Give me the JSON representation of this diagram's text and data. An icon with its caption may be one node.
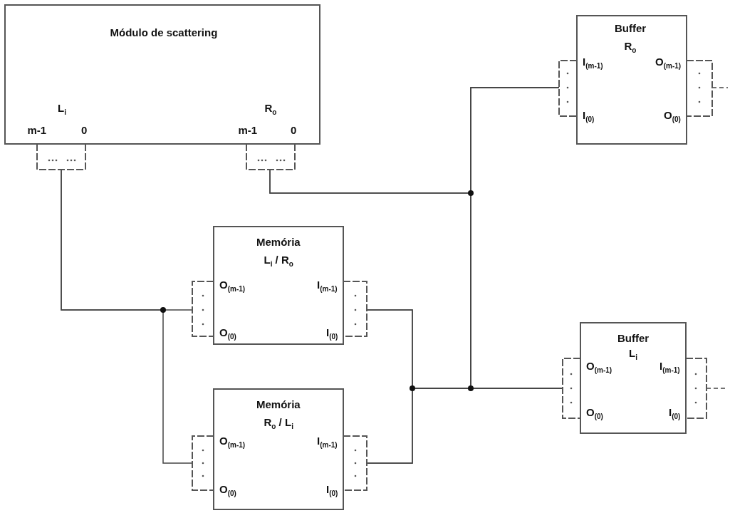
{
  "diagram": {
    "nodes": [
      {
        "text": [
          "Módulo de scattering",
          "L$_{i}$",
          "R$_{o}$",
          "m-1",
          "0",
          "m-1",
          "0"
        ]
      },
      {
        "text": [
          "Buffer",
          "R$_{o}$",
          "I$_{(m-1)}$",
          "O$_{(m-1)}$",
          "I$_{(0)}$",
          "O$_{(0)}$"
        ]
      },
      {
        "text": [
          "Memória",
          "L$_{i}$ / R$_{o}$",
          "O$_{(m-1)}$",
          "I$_{(m-1)}$",
          "O$_{(0)}$",
          "I$_{(0)}$"
        ]
      },
      {
        "text": [
          "Memória",
          "R$_{o}$ / L$_{i}$",
          "O$_{(m-1)}$",
          "I$_{(m-1)}$",
          "O$_{(0)}$",
          "I$_{(0)}$"
        ]
      },
      {
        "text": [
          "Buffer",
          "L$_{i}$",
          "O$_{(m-1)}$",
          "I$_{(m-1)}$",
          "O$_{(0)}$",
          "I$_{(0)}$"
        ]
      }
    ],
    "edges": [
      {
        "from": 0,
        "to": 2,
        "arrow": "none"
      },
      {
        "from": 0,
        "to": 3,
        "arrow": "none"
      },
      {
        "from": 0,
        "to": 1,
        "arrow": "none"
      },
      {
        "from": 0,
        "to": 4,
        "arrow": "none"
      },
      {
        "from": 2,
        "to": 4,
        "arrow": "none"
      },
      {
        "from": 3,
        "to": 4,
        "arrow": "none"
      },
      {
        "from": 2,
        "to": 1,
        "arrow": "none"
      },
      {
        "from": 3,
        "to": 1,
        "arrow": "none"
      },
      {
        "from": 1,
        "to": null,
        "arrow": "none",
        "style": "dashed"
      },
      {
        "from": 4,
        "to": null,
        "arrow": "none",
        "style": "dashed"
      }
    ]
  }
}
